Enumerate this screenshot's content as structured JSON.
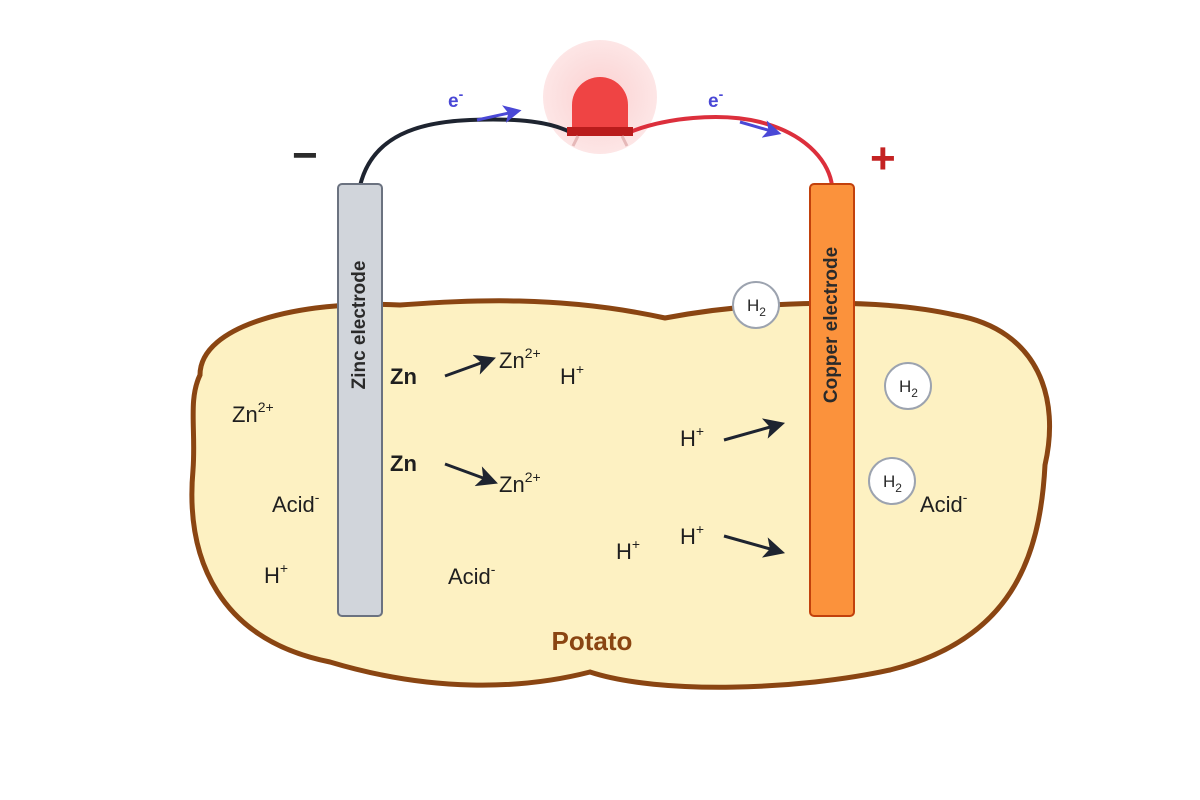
{
  "potato": {
    "label": "Potato",
    "fill": "#fdf1c2",
    "stroke": "#8a4512"
  },
  "zinc_electrode": {
    "label": "Zinc electrode",
    "fill": "#d1d5db"
  },
  "copper_electrode": {
    "label": "Copper electrode",
    "fill": "#fb923c"
  },
  "polarity": {
    "negative": "−",
    "positive": "+"
  },
  "electron_flow": {
    "left": {
      "base": "e",
      "charge": "-"
    },
    "right": {
      "base": "e",
      "charge": "-"
    },
    "color": "#4a48d6"
  },
  "wires": {
    "negative_color": "#1e2430",
    "positive_color": "#dc2f3c"
  },
  "led": {
    "name": "led-bulb-icon",
    "color": "#ef4444",
    "glow": "#fde2e2"
  },
  "species": {
    "zn_atom_1": "Zn",
    "zn_atom_2": "Zn",
    "zn_ion_1": {
      "base": "Zn",
      "charge": "2+"
    },
    "zn_ion_2": {
      "base": "Zn",
      "charge": "2+"
    },
    "zn_ion_left": {
      "base": "Zn",
      "charge": "2+"
    },
    "acid_1": {
      "base": "Acid",
      "charge": "-"
    },
    "acid_2": {
      "base": "Acid",
      "charge": "-"
    },
    "acid_3": {
      "base": "Acid",
      "charge": "-"
    },
    "h_ion_1": {
      "base": "H",
      "charge": "+"
    },
    "h_ion_2": {
      "base": "H",
      "charge": "+"
    },
    "h_ion_3": {
      "base": "H",
      "charge": "+"
    },
    "h_ion_4": {
      "base": "H",
      "charge": "+"
    },
    "h_ion_5": {
      "base": "H",
      "charge": "+"
    }
  },
  "hydrogen_bubbles": [
    {
      "base": "H",
      "sub": "2"
    },
    {
      "base": "H",
      "sub": "2"
    },
    {
      "base": "H",
      "sub": "2"
    }
  ]
}
